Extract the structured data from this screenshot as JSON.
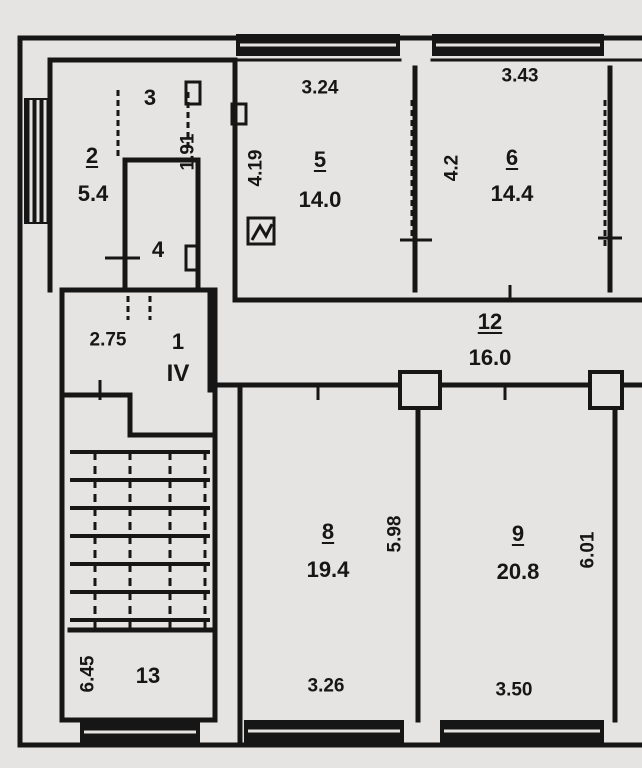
{
  "colors": {
    "paper": "#e6e4e2",
    "ink": "#161616",
    "background": "#6d6a68"
  },
  "rooms": [
    {
      "id": "r2",
      "number": "2",
      "area": "5.4"
    },
    {
      "id": "r3",
      "number": "3"
    },
    {
      "id": "r4",
      "number": "4"
    },
    {
      "id": "r5",
      "number": "5",
      "area": "14.0"
    },
    {
      "id": "r6",
      "number": "6",
      "area": "14.4"
    },
    {
      "id": "r1",
      "number": "1",
      "roman": "IV"
    },
    {
      "id": "r12",
      "number": "12",
      "area": "16.0"
    },
    {
      "id": "r8",
      "number": "8",
      "area": "19.4"
    },
    {
      "id": "r9",
      "number": "9",
      "area": "20.8"
    },
    {
      "id": "r13",
      "number": "13"
    }
  ],
  "dimensions": {
    "d_324": "3.24",
    "d_343": "3.43",
    "d_419": "4.19",
    "d_42": "4.2",
    "d_191": "1.91",
    "d_275": "2.75",
    "d_598": "5.98",
    "d_601": "6.01",
    "d_326": "3.26",
    "d_350": "3.50",
    "d_645": "6.45"
  },
  "icons": [
    "stairs-icon",
    "window-icon",
    "door-icon",
    "radiator-icon"
  ]
}
